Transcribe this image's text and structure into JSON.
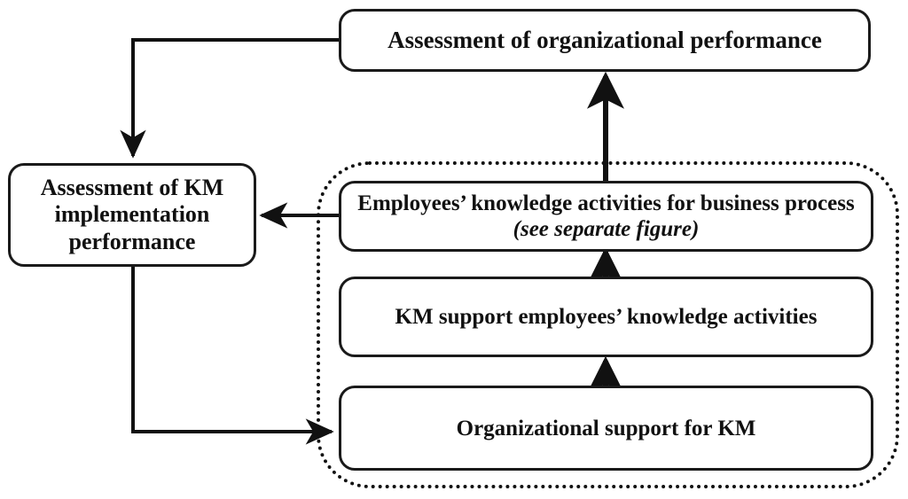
{
  "diagram": {
    "title_text_present": false,
    "nodes": {
      "org_performance": {
        "label": "Assessment of organizational performance"
      },
      "km_assessment": {
        "label": "Assessment of KM implementation performance",
        "line1": "Assessment of KM",
        "line2": "implementation",
        "line3": "performance"
      },
      "employee_knowledge": {
        "label_main": "Employees’ knowledge activities for business process",
        "label_note": "(see separate figure)"
      },
      "km_support": {
        "label": "KM support employees’ knowledge activities"
      },
      "org_support": {
        "label": "Organizational support for KM"
      }
    },
    "group": {
      "style": "dotted-rounded-container",
      "contains": [
        "employee_knowledge",
        "km_support",
        "org_support"
      ]
    },
    "edges": [
      {
        "id": "org-support-to-km-support",
        "from": "org_support",
        "to": "km_support",
        "direction": "up",
        "style": "solid-thick-arrow"
      },
      {
        "id": "km-support-to-employee-knowledge",
        "from": "km_support",
        "to": "employee_knowledge",
        "direction": "up",
        "style": "solid-thick-arrow"
      },
      {
        "id": "employee-knowledge-to-org-performance",
        "from": "employee_knowledge",
        "to": "org_performance",
        "direction": "up",
        "style": "solid-thick-arrow"
      },
      {
        "id": "employee-knowledge-to-km-assessment",
        "from": "employee_knowledge",
        "to": "km_assessment",
        "direction": "left",
        "style": "solid-arrow"
      },
      {
        "id": "org-performance-to-km-assessment",
        "from": "org_performance",
        "to": "km_assessment",
        "direction": "left-then-down",
        "style": "solid-elbow-arrow"
      },
      {
        "id": "km-assessment-to-org-support",
        "from": "km_assessment",
        "to": "org_support",
        "direction": "down-then-right",
        "style": "solid-elbow-arrow"
      }
    ],
    "colors": {
      "stroke": "#111111",
      "background": "#ffffff",
      "text": "#111111"
    }
  }
}
